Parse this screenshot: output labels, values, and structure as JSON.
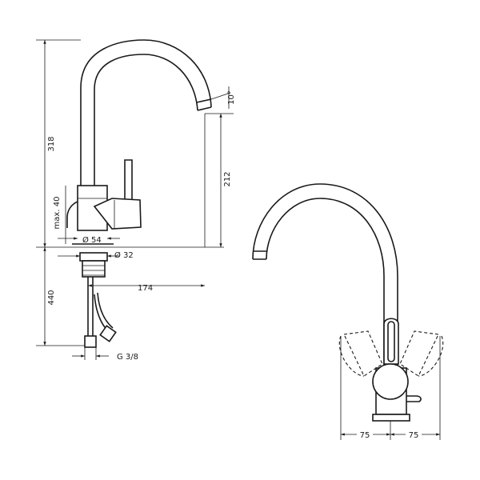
{
  "dimensions": {
    "total_height": "318",
    "spout_height": "212",
    "spout_angle": "10°",
    "max_counter": "max. 40",
    "base_diameter": "Ø 54",
    "hole_diameter": "Ø 32",
    "spout_reach": "174",
    "below_counter": "440",
    "connection": "G 3/8",
    "swing_left": "75",
    "swing_right": "75"
  }
}
